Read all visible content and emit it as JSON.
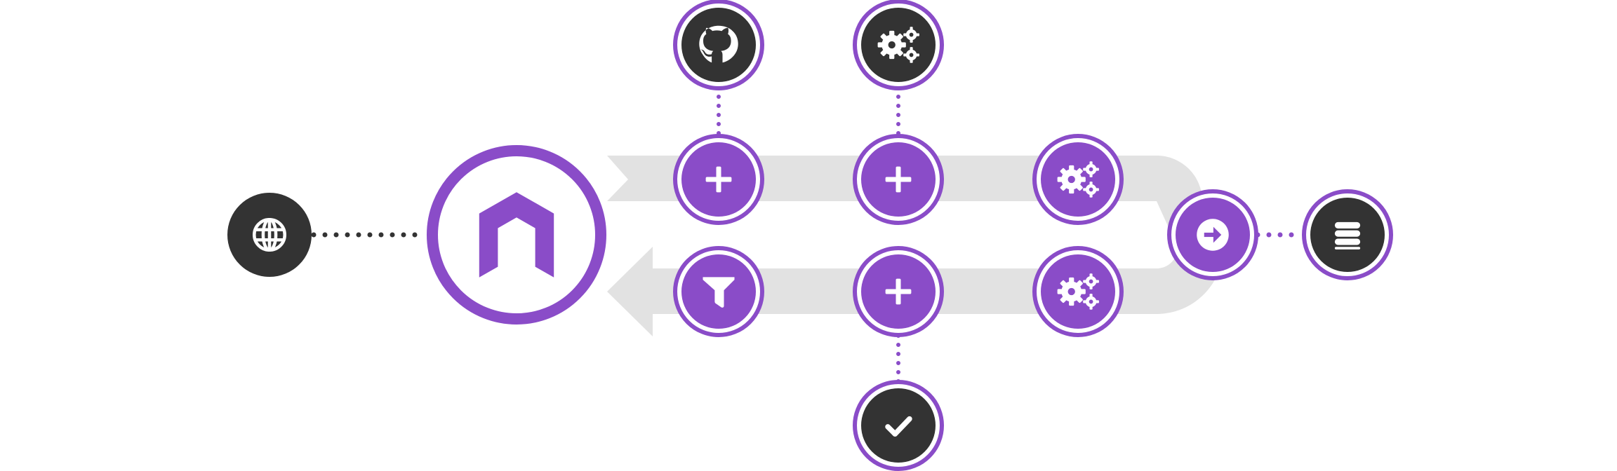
{
  "colors": {
    "accent": "#8a4cc8",
    "dark": "#333333",
    "track": "#e2e2e2",
    "background": "#ffffff"
  },
  "nodes": [
    {
      "id": "internet",
      "icon": "globe-icon",
      "style": "dark-plain"
    },
    {
      "id": "ngrok-edge",
      "icon": "ngrok-logo",
      "style": "large-ring"
    },
    {
      "id": "github-auth",
      "icon": "github-icon",
      "style": "dark-ringed"
    },
    {
      "id": "custom-action",
      "icon": "gears-icon",
      "style": "dark-ringed"
    },
    {
      "id": "request-add-1",
      "icon": "plus-icon",
      "style": "purple"
    },
    {
      "id": "request-add-2",
      "icon": "plus-icon",
      "style": "purple"
    },
    {
      "id": "request-process",
      "icon": "gears-icon",
      "style": "purple"
    },
    {
      "id": "forward-endpoint",
      "icon": "forward-icon",
      "style": "purple"
    },
    {
      "id": "upstream-database",
      "icon": "database-icon",
      "style": "dark-ringed"
    },
    {
      "id": "response-filter",
      "icon": "filter-icon",
      "style": "purple"
    },
    {
      "id": "response-add",
      "icon": "plus-icon",
      "style": "purple"
    },
    {
      "id": "response-process",
      "icon": "gears-icon",
      "style": "purple"
    },
    {
      "id": "verification",
      "icon": "check-icon",
      "style": "dark-ringed"
    }
  ]
}
